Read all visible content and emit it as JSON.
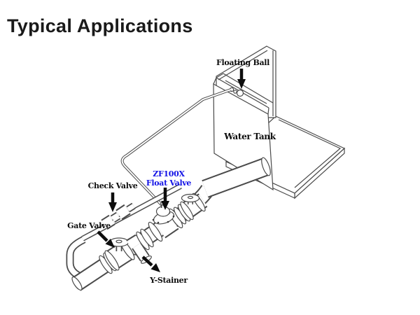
{
  "title": "Typical Applications",
  "diagram": {
    "type": "technical-line-drawing",
    "labels": {
      "floating_ball": "Floating Ball",
      "water_tank": "Water Tank",
      "check_valve": "Check Valve",
      "float_valve_line1": "ZF100X",
      "float_valve_line2": "Float Valve",
      "gate_valve": "Gate Valve",
      "y_strainer": "Y-Stainer"
    },
    "colors": {
      "background": "#ffffff",
      "line": "#4a4a4a",
      "text": "#0d0d0d",
      "float_valve_label": "#1414e6"
    }
  }
}
